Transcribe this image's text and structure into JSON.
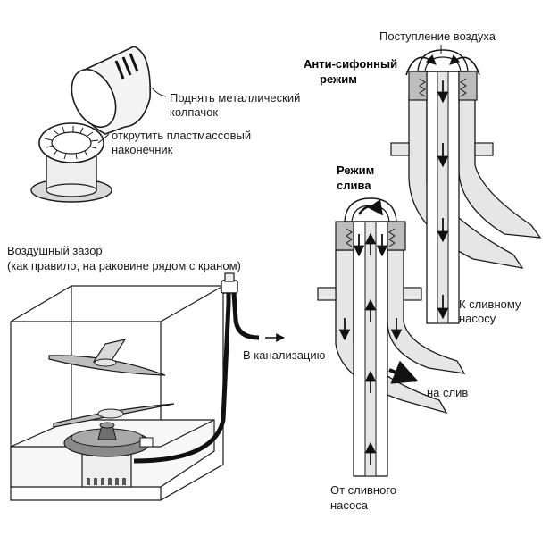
{
  "labels": {
    "lift_cap_1": "Поднять металлический",
    "lift_cap_2": "колпачок",
    "unscrew_tip_1": "открутить пластмассовый",
    "unscrew_tip_2": "наконечник",
    "air_gap_1": "Воздушный зазор",
    "air_gap_2": "(как правило, на раковине рядом с краном)",
    "to_sewer": "В канализацию",
    "air_intake": "Поступление воздуха",
    "anti_siphon_1": "Анти-сифонный",
    "anti_siphon_2": "режим",
    "drain_mode_1": "Режим",
    "drain_mode_2": "слива",
    "to_drain_pump_1": "К сливному",
    "to_drain_pump_2": "насосу",
    "to_drain": "на слив",
    "from_drain_pump_1": "От сливного",
    "from_drain_pump_2": "насоса"
  },
  "colors": {
    "line": "#1a1a1a",
    "fill_light": "#e6e6e6",
    "fill_mid": "#bdbdbd",
    "fill_dark": "#555555",
    "hose": "#111111"
  }
}
